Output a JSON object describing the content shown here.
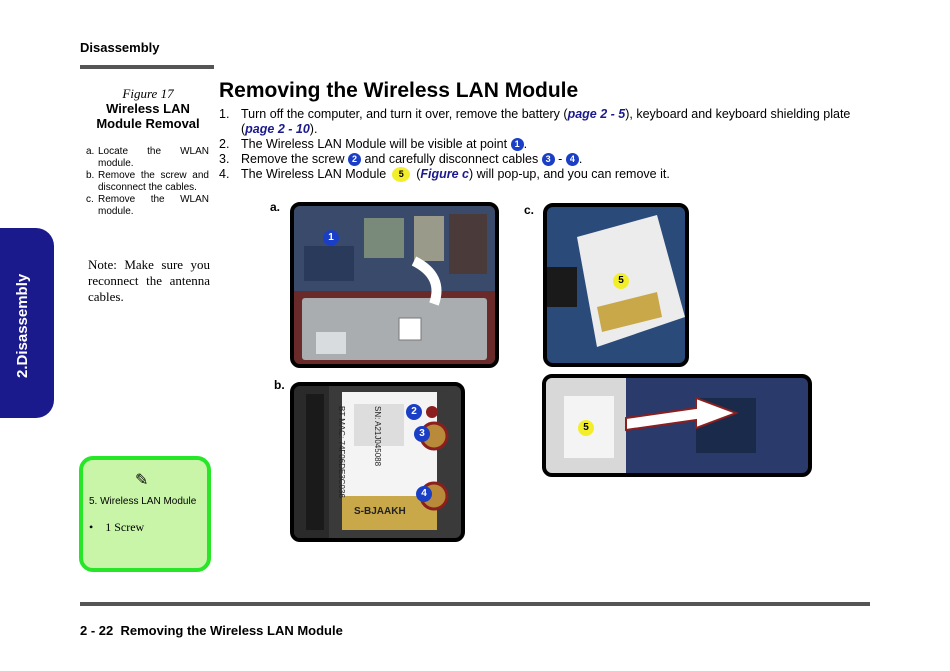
{
  "header": {
    "section": "Disassembly"
  },
  "side_tab": {
    "label": "2.Disassembly"
  },
  "figure": {
    "number": "Figure 17",
    "title_line1": "Wireless LAN",
    "title_line2": "Module Removal",
    "steps": [
      {
        "letter": "a.",
        "text": "Locate the WLAN module."
      },
      {
        "letter": "b.",
        "text": "Remove the screw and disconnect the cables."
      },
      {
        "letter": "c.",
        "text": "Remove the WLAN module."
      }
    ]
  },
  "note": "Note: Make sure you reconnect the antenna cables.",
  "main": {
    "title": "Removing the Wireless LAN Module",
    "steps": [
      {
        "n": "1.",
        "t1": "Turn off the computer, and turn it over, remove the battery (",
        "link1": "page 2 - 5",
        "t2": "), keyboard and keyboard shielding plate (",
        "link2": "page 2 - 10",
        "t3": ")."
      },
      {
        "n": "2.",
        "t1": "The Wireless LAN Module will be visible at point",
        "c1": "1",
        "t2": "."
      },
      {
        "n": "3.",
        "t1": "Remove the screw",
        "c1": "2",
        "t2": "and carefully disconnect cables",
        "c2": "3",
        "t3": "-",
        "c3": "4",
        "t4": "."
      },
      {
        "n": "4.",
        "t1": "The Wireless LAN Module",
        "c1": "5",
        "t2": "(",
        "link1": "Figure c",
        "t3": ") will pop-up, and you can remove it."
      }
    ]
  },
  "panels": {
    "a_label": "a.",
    "b_label": "b.",
    "c_label": "c.",
    "a_callout": "1",
    "b_callouts": [
      "2",
      "3",
      "4"
    ],
    "b_card_text": [
      "BT MAC: 74F06DE3C036",
      "SN: A21J045088",
      "S-BJAAKH"
    ],
    "c_callout_top": "5",
    "c_callout_bottom": "5"
  },
  "sidebar_box": {
    "icon": "pencil-icon",
    "item": "5.   Wireless LAN Module",
    "bullet": "1 Screw"
  },
  "footer": {
    "page": "2  -  22",
    "title": "Removing the Wireless LAN Module"
  }
}
